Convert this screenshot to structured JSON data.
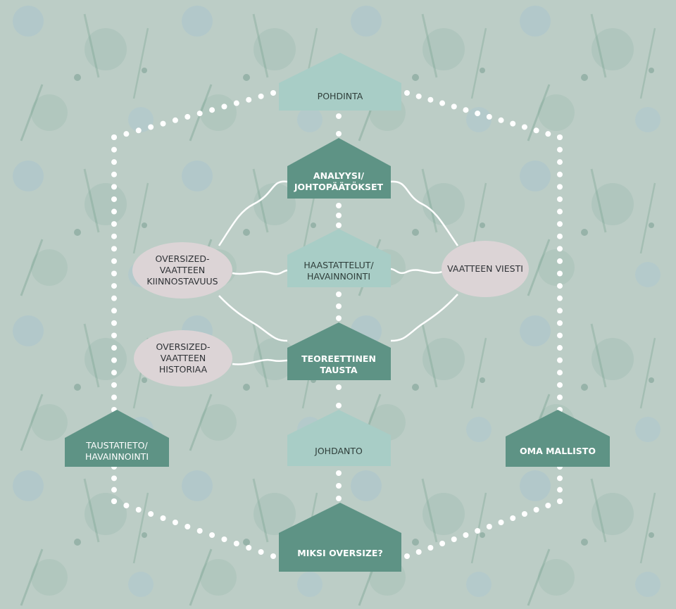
{
  "colors": {
    "background": "#bccdc6",
    "house_dark": "#5e9385",
    "house_light": "#a8cdc6",
    "oval_fill": "#dcd4d6",
    "dots": "#ffffff",
    "connector": "#ffffff"
  },
  "houses": {
    "pohdinta": {
      "label": [
        "POHDINTA"
      ]
    },
    "analyysi": {
      "label": [
        "ANALYYSI/",
        "JOHTOPÄÄTÖKSET"
      ]
    },
    "haastattelut": {
      "label": [
        "HAASTATTELUT/",
        "HAVAINNOINTI"
      ]
    },
    "teoreettinen": {
      "label": [
        "TEOREETTINEN",
        "TAUSTA"
      ]
    },
    "johdanto": {
      "label": [
        "JOHDANTO"
      ]
    },
    "miksi": {
      "label": [
        "MIKSI OVERSIZE?"
      ]
    },
    "taustatieto": {
      "label": [
        "TAUSTATIETO/",
        "HAVAINNOINTI"
      ]
    },
    "oma_mallisto": {
      "label": [
        "OMA MALLISTO"
      ]
    }
  },
  "ovals": {
    "kiinnostavuus": {
      "label": [
        "OVERSIZED-",
        "VAATTEEN",
        "KIINNOSTAVUUS"
      ]
    },
    "historiaa": {
      "label": [
        "OVERSIZED-",
        "VAATTEEN",
        "HISTORIAA"
      ]
    },
    "viesti": {
      "label": [
        "VAATTEEN VIESTI"
      ]
    }
  }
}
